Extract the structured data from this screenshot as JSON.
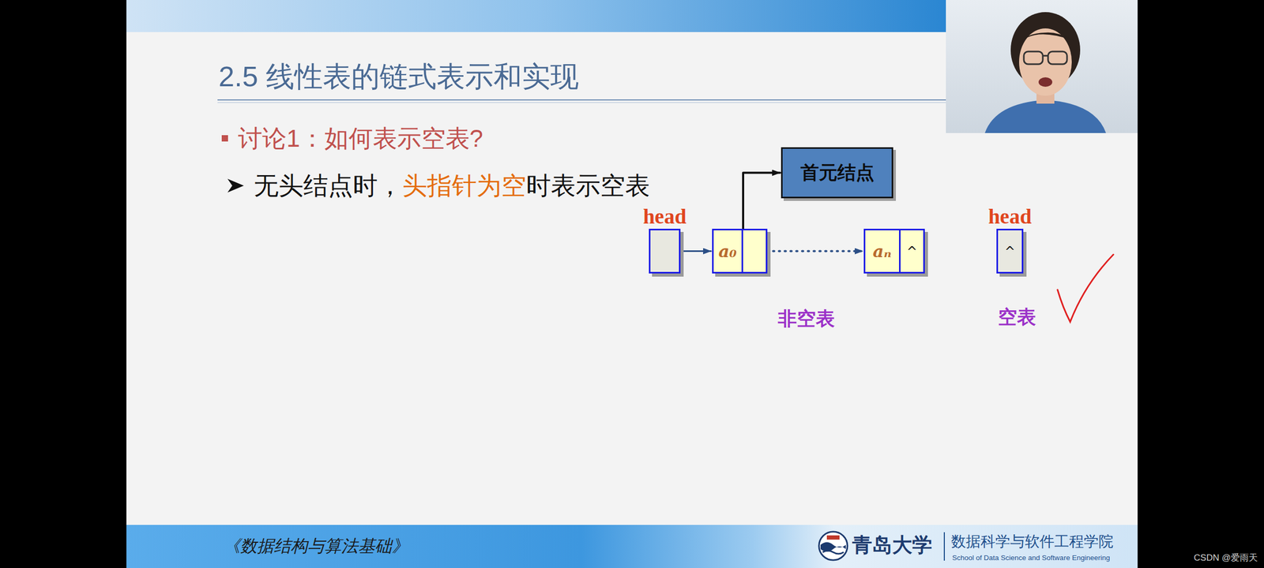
{
  "diagram": {
    "title": "2.5 线性表的链式表示和实现",
    "nodes": [
      {
        "text": [
          "首元结点"
        ]
      },
      {
        "text": [
          "head"
        ]
      },
      {
        "text": [
          "a₀"
        ]
      },
      {
        "text": [
          "aₙ",
          "^"
        ]
      },
      {
        "text": [
          "head",
          "^"
        ]
      }
    ],
    "edges": [
      {
        "from": 2,
        "to": 0,
        "arrow": "to"
      },
      {
        "from": 1,
        "to": 2,
        "arrow": "to"
      },
      {
        "from": 2,
        "to": 3,
        "arrow": "to"
      }
    ],
    "labels": [
      "讨论1：如何表示空表?",
      "无头结点时，",
      "头指针为空",
      "时表示空表",
      "非空表",
      "空表",
      "《数据结构与算法基础》",
      "青岛大学",
      "数据科学与软件工程学院",
      "School of Data Science and Software Engineering",
      "CSDN @爱雨天"
    ]
  }
}
